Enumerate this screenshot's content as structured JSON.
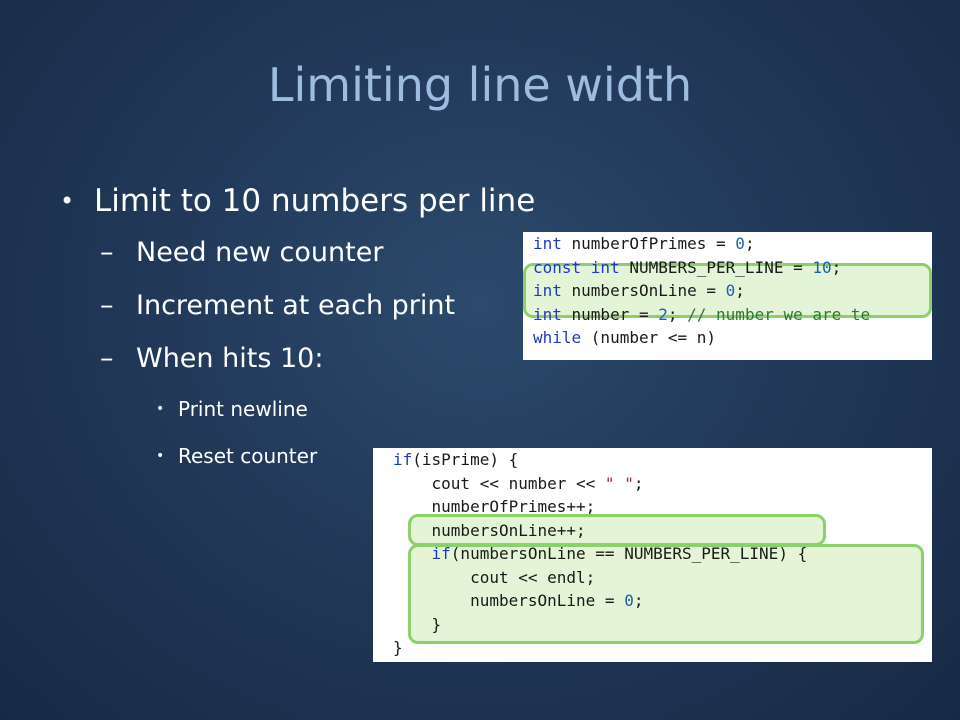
{
  "slide": {
    "title": "Limiting line width",
    "bullets": {
      "main": "Limit to 10 numbers per line",
      "subs": [
        "Need new counter",
        "Increment at each print",
        "When hits 10:"
      ],
      "subsubs": [
        "Print newline",
        "Reset counter"
      ]
    }
  },
  "code_top": {
    "lines": [
      [
        {
          "t": "int ",
          "c": "kw"
        },
        {
          "t": "numberOfPrimes = "
        },
        {
          "t": "0",
          "c": "num"
        },
        {
          "t": ";"
        }
      ],
      [
        {
          "t": "const int ",
          "c": "kw"
        },
        {
          "t": "NUMBERS_PER_LINE = "
        },
        {
          "t": "10",
          "c": "num"
        },
        {
          "t": ";"
        }
      ],
      [
        {
          "t": "int ",
          "c": "kw"
        },
        {
          "t": "numbersOnLine = "
        },
        {
          "t": "0",
          "c": "num"
        },
        {
          "t": ";"
        }
      ],
      [
        {
          "t": "int ",
          "c": "kw"
        },
        {
          "t": "number = "
        },
        {
          "t": "2",
          "c": "num"
        },
        {
          "t": "; "
        },
        {
          "t": "// number we are te",
          "c": "cm"
        }
      ],
      [
        {
          "t": "while ",
          "c": "kw"
        },
        {
          "t": "(number <= n)"
        }
      ]
    ]
  },
  "code_bottom": {
    "lines": [
      [
        {
          "t": "if",
          "c": "kw"
        },
        {
          "t": "(isPrime) {"
        }
      ],
      [
        {
          "t": "    cout << number << "
        },
        {
          "t": "\" \"",
          "c": "str"
        },
        {
          "t": ";"
        }
      ],
      [
        {
          "t": "    numberOfPrimes++;"
        }
      ],
      [
        {
          "t": "    numbersOnLine++;"
        }
      ],
      [
        {
          "t": "    "
        },
        {
          "t": "if",
          "c": "kw"
        },
        {
          "t": "(numbersOnLine == NUMBERS_PER_LINE) {"
        }
      ],
      [
        {
          "t": "        cout << endl;"
        }
      ],
      [
        {
          "t": "        numbersOnLine = "
        },
        {
          "t": "0",
          "c": "num"
        },
        {
          "t": ";"
        }
      ],
      [
        {
          "t": "    }"
        }
      ],
      [
        {
          "t": "}"
        }
      ]
    ]
  },
  "colors": {
    "title": "#9dbcdf",
    "background": "#22395a",
    "highlight_border": "#8bd06a",
    "keyword": "#1d3ac4",
    "number": "#1f5faa",
    "string": "#b52828",
    "comment": "#2b7a2b"
  }
}
